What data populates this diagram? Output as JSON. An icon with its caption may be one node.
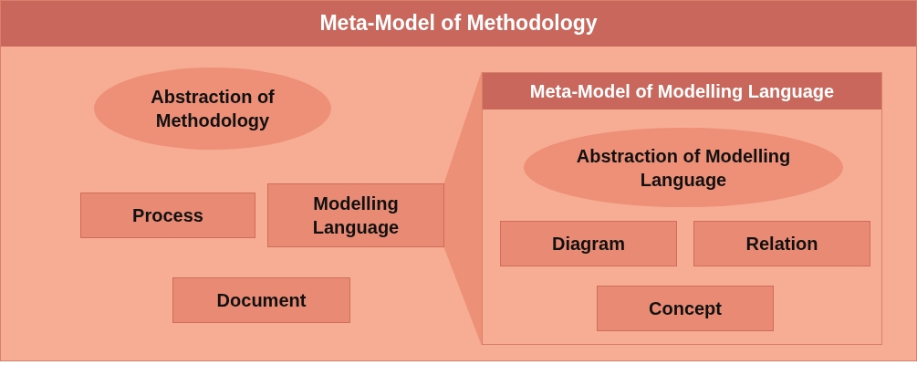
{
  "diagram": {
    "nodes": [
      {
        "text": [
          "Meta-Model of Methodology"
        ]
      },
      {
        "text": [
          "Abstraction of Methodology"
        ],
        "in": 0
      },
      {
        "text": [
          "Process"
        ],
        "in": 0
      },
      {
        "text": [
          "Modelling Language"
        ],
        "in": 0
      },
      {
        "text": [
          "Document"
        ],
        "in": 0
      },
      {
        "text": [
          "Meta-Model of Modelling Language"
        ],
        "in": 0
      },
      {
        "text": [
          "Abstraction of Modelling Language"
        ],
        "in": 5
      },
      {
        "text": [
          "Diagram"
        ],
        "in": 5
      },
      {
        "text": [
          "Relation"
        ],
        "in": 5
      },
      {
        "text": [
          "Concept"
        ],
        "in": 5
      }
    ],
    "edges": [
      {
        "from": 3,
        "to": 5,
        "arrow": "none"
      }
    ]
  }
}
